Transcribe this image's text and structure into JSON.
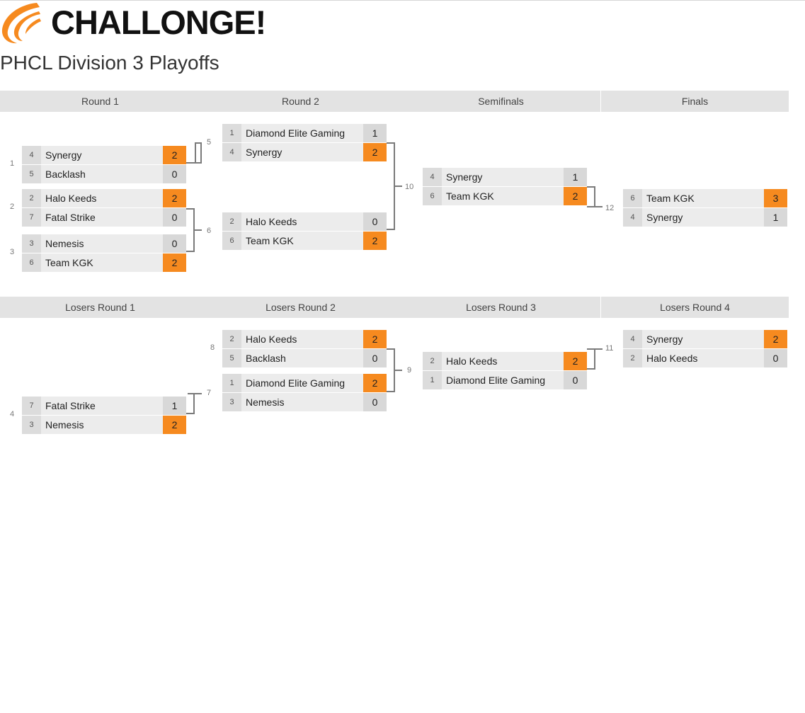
{
  "brand": {
    "name": "CHALLONGE!",
    "accent": "#f68a1f"
  },
  "tournament": {
    "title": "PHCL Division 3 Playoffs"
  },
  "winners_rounds": [
    "Round 1",
    "Round 2",
    "Semifinals",
    "Finals"
  ],
  "losers_rounds": [
    "Losers Round 1",
    "Losers Round 2",
    "Losers Round 3",
    "Losers Round 4"
  ],
  "matches": {
    "m1": {
      "number": "1",
      "p1": {
        "seed": "4",
        "name": "Synergy",
        "score": "2",
        "win": true
      },
      "p2": {
        "seed": "5",
        "name": "Backlash",
        "score": "0",
        "win": false
      }
    },
    "m2": {
      "number": "2",
      "p1": {
        "seed": "2",
        "name": "Halo Keeds",
        "score": "2",
        "win": true
      },
      "p2": {
        "seed": "7",
        "name": "Fatal Strike",
        "score": "0",
        "win": false
      }
    },
    "m3": {
      "number": "3",
      "p1": {
        "seed": "3",
        "name": "Nemesis",
        "score": "0",
        "win": false
      },
      "p2": {
        "seed": "6",
        "name": "Team KGK",
        "score": "2",
        "win": true
      }
    },
    "m5": {
      "number": "",
      "p1": {
        "seed": "1",
        "name": "Diamond Elite Gaming",
        "score": "1",
        "win": false
      },
      "p2": {
        "seed": "4",
        "name": "Synergy",
        "score": "2",
        "win": true
      }
    },
    "m6": {
      "number": "",
      "p1": {
        "seed": "2",
        "name": "Halo Keeds",
        "score": "0",
        "win": false
      },
      "p2": {
        "seed": "6",
        "name": "Team KGK",
        "score": "2",
        "win": true
      }
    },
    "m10": {
      "number": "",
      "p1": {
        "seed": "4",
        "name": "Synergy",
        "score": "1",
        "win": false
      },
      "p2": {
        "seed": "6",
        "name": "Team KGK",
        "score": "2",
        "win": true
      }
    },
    "m12": {
      "number": "",
      "p1": {
        "seed": "6",
        "name": "Team KGK",
        "score": "3",
        "win": true
      },
      "p2": {
        "seed": "4",
        "name": "Synergy",
        "score": "1",
        "win": false
      }
    },
    "m4": {
      "number": "4",
      "p1": {
        "seed": "7",
        "name": "Fatal Strike",
        "score": "1",
        "win": false
      },
      "p2": {
        "seed": "3",
        "name": "Nemesis",
        "score": "2",
        "win": true
      }
    },
    "m8": {
      "number": "8",
      "p1": {
        "seed": "2",
        "name": "Halo Keeds",
        "score": "2",
        "win": true
      },
      "p2": {
        "seed": "5",
        "name": "Backlash",
        "score": "0",
        "win": false
      }
    },
    "m7": {
      "number": "",
      "p1": {
        "seed": "1",
        "name": "Diamond Elite Gaming",
        "score": "2",
        "win": true
      },
      "p2": {
        "seed": "3",
        "name": "Nemesis",
        "score": "0",
        "win": false
      }
    },
    "m9": {
      "number": "",
      "p1": {
        "seed": "2",
        "name": "Halo Keeds",
        "score": "2",
        "win": true
      },
      "p2": {
        "seed": "1",
        "name": "Diamond Elite Gaming",
        "score": "0",
        "win": false
      }
    },
    "m11": {
      "number": "",
      "p1": {
        "seed": "4",
        "name": "Synergy",
        "score": "2",
        "win": true
      },
      "p2": {
        "seed": "2",
        "name": "Halo Keeds",
        "score": "0",
        "win": false
      }
    }
  },
  "connector_labels": {
    "c5": "5",
    "c6": "6",
    "c10": "10",
    "c12": "12",
    "c7": "7",
    "c9": "9",
    "c11": "11"
  }
}
